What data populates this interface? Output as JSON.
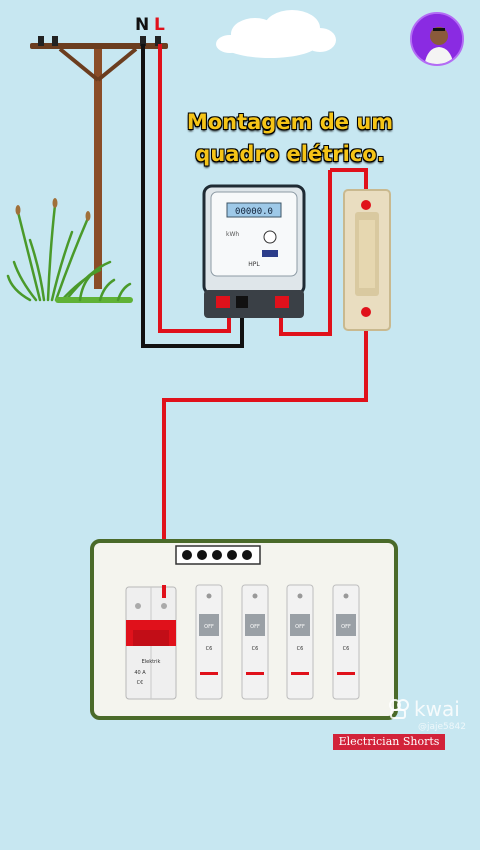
{
  "title": {
    "line1": "Montagem de um",
    "line2": "quadro elétrico."
  },
  "pole_labels": {
    "neutral": "N",
    "live": "L"
  },
  "meter": {
    "display_digits": "00000.0",
    "brand": "HPL",
    "unit": "kWh"
  },
  "main_breaker": {
    "brand": "Elektrik",
    "rating": "40 A",
    "marking": "C€"
  },
  "mcb_labels": [
    "OFF",
    "OFF",
    "OFF",
    "OFF"
  ],
  "mcb_rating": "C6",
  "busbar_dots": 5,
  "watermark": {
    "brand": "kwai",
    "handle": "@jaje5842"
  },
  "channel": "Electrician Shorts",
  "colors": {
    "background": "#c7e7f1",
    "live_wire": "#e0111b",
    "neutral_wire": "#111111",
    "title": "#f5c417",
    "panel_border": "#4a6a2a",
    "badge": "#d2233a"
  },
  "icons": [
    "cloud-icon",
    "grass-icon",
    "utility-pole-icon",
    "energy-meter-icon",
    "switch-icon",
    "circuit-breaker-icon",
    "kwai-logo-icon",
    "avatar-icon"
  ]
}
